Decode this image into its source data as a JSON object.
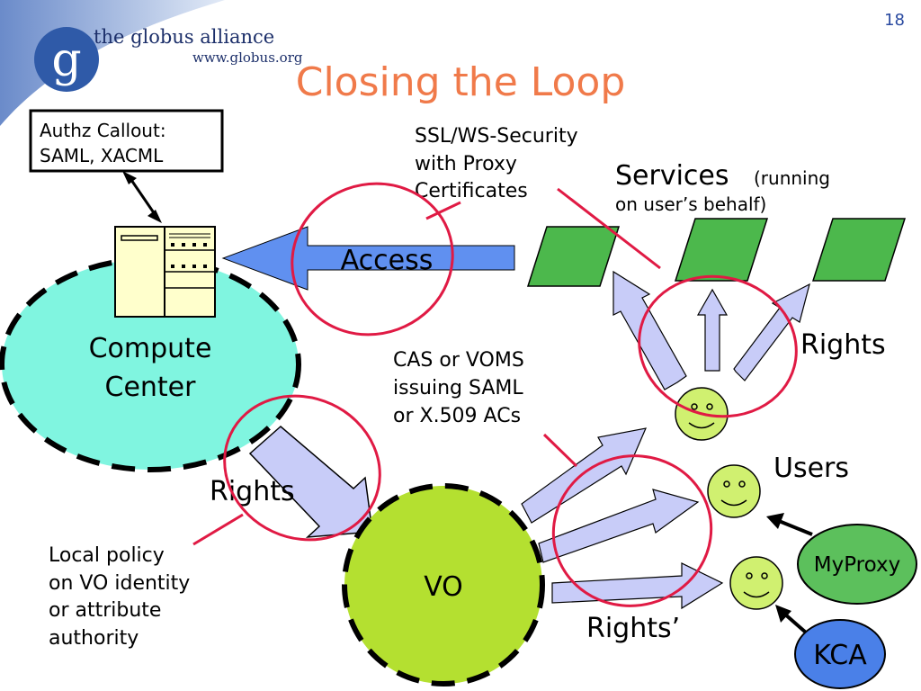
{
  "slide": {
    "page_number": "18",
    "title": "Closing the Loop"
  },
  "logo": {
    "letter": "g",
    "name": "the globus alliance",
    "url": "www.globus.org"
  },
  "colors": {
    "title": "#f07a4a",
    "compute_center": "#80f5e0",
    "vo": "#b4e030",
    "services": "#4cb84c",
    "myproxy": "#5cc05c",
    "kca": "#4a80e8",
    "access_arrow": "#6090f0",
    "rights_arrows": "#c8ccf8",
    "smiley": "#d0f070",
    "highlight_circles": "#e01a44"
  },
  "labels": {
    "authz_callout_line1": "Authz Callout:",
    "authz_callout_line2": "SAML, XACML",
    "ssl_line1": "SSL/WS-Security",
    "ssl_line2": "with Proxy",
    "ssl_line3": "Certificates",
    "services": "Services",
    "running_line1": "(running",
    "running_line2": "on user’s behalf)",
    "access": "Access",
    "compute_line1": "Compute",
    "compute_line2": "Center",
    "cas_line1": "CAS or VOMS",
    "cas_line2": "issuing SAML",
    "cas_line3": "or X.509 ACs",
    "rights_right": "Rights",
    "rights_left": "Rights",
    "users": "Users",
    "myproxy": "MyProxy",
    "vo": "VO",
    "local_line1": "Local policy",
    "local_line2": "on VO identity",
    "local_line3": "or attribute",
    "local_line4": "authority",
    "rights_prime": "Rights’",
    "kca": "KCA"
  }
}
